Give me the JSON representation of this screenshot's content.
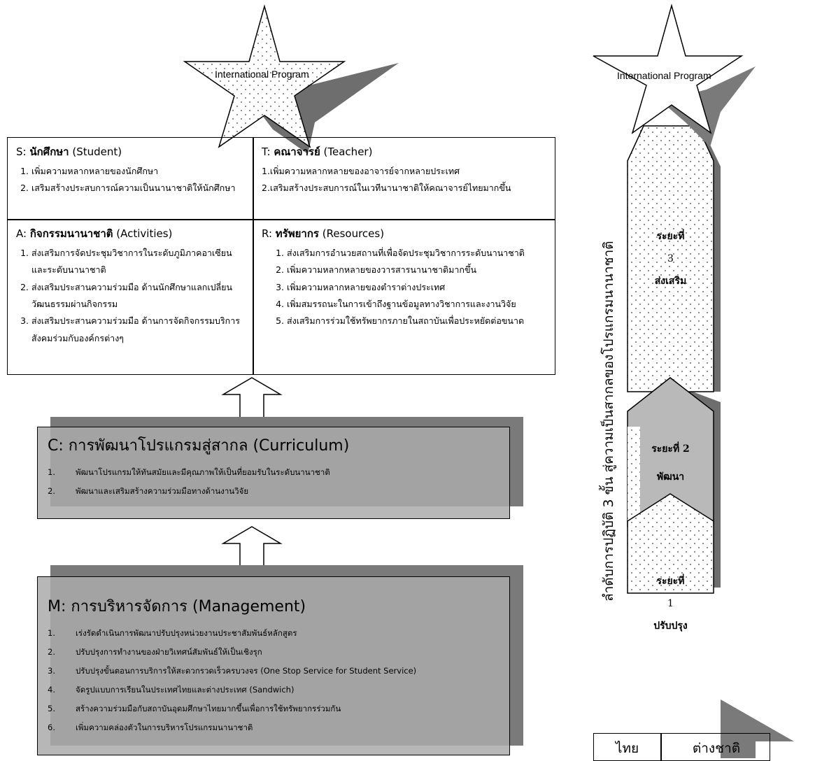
{
  "star_left_label": "International Program",
  "star_right_label": "International Program",
  "satr": {
    "s": {
      "title_prefix": "S: ",
      "title_bold": "นักศึกษา",
      "title_suffix": " (Student)",
      "items": [
        "เพิ่มความหลากหลายของนักศึกษา",
        "เสริมสร้างประสบการณ์ความเป็นนานาชาติให้นักศึกษา"
      ]
    },
    "t": {
      "title_prefix": "T: ",
      "title_bold": "คณาจารย์",
      "title_suffix": " (Teacher)",
      "items": [
        "1.เพิ่มความหลากหลายของอาจารย์จากหลายประเทศ",
        "2.เสริมสร้างประสบการณ์ในเวทีนานาชาติให้คณาจารย์ไทยมากขึ้น"
      ]
    },
    "a": {
      "title_prefix": "A: ",
      "title_bold": "กิจกรรมนานาชาติ",
      "title_suffix": " (Activities)",
      "items": [
        "ส่งเสริมการจัดประชุมวิชาการในระดับภูมิภาคอาเซียนและระดับนานาชาติ",
        "ส่งเสริมประสานความร่วมมือ ด้านนักศึกษาแลกเปลี่ยนวัฒนธรรมผ่านกิจกรรม",
        "ส่งเสริมประสานความร่วมมือ ด้านการจัดกิจกรรมบริการสังคมร่วมกับองค์กรต่างๆ"
      ]
    },
    "r": {
      "title_prefix": "R: ",
      "title_bold": "ทรัพยากร",
      "title_suffix": " (Resources)",
      "items": [
        "ส่งเสริมการอำนวยสถานที่เพื่อจัดประชุมวิชาการระดับนานาชาติ",
        "เพิ่มความหลากหลายของวารสารนานาชาติมากขึ้น",
        "เพิ่มความหลากหลายของตำราต่างประเทศ",
        "เพิ่มสมรรถนะในการเข้าถึงฐานข้อมูลทางวิชาการและงานวิจัย",
        "ส่งเสริมการร่วมใช้ทรัพยากรภายในสถาบันเพื่อประหยัดต่อขนาด"
      ]
    }
  },
  "curriculum": {
    "title_prefix": "C: ",
    "title_bold": "การพัฒนาโปรแกรมสู่สากล",
    "title_suffix": " (Curriculum)",
    "items": [
      {
        "n": "1.",
        "text": "พัฒนาโปรแกรมให้ทันสมัยและมีคุณภาพให้เป็นที่ยอมรับในระดับนานาชาติ"
      },
      {
        "n": "2.",
        "text": "พัฒนาและเสริมสร้างความร่วมมือทางด้านงานวิจัย"
      }
    ]
  },
  "management": {
    "title_prefix": "M: ",
    "title_bold": "การบริหารจัดการ",
    "title_suffix": " (Management)",
    "items": [
      {
        "n": "1.",
        "text": "เร่งรัดดำเนินการพัฒนาปรับปรุงหน่วยงานประชาสัมพันธ์หลักสูตร"
      },
      {
        "n": "2.",
        "text": "ปรับปรุงการทำงานของฝ่ายวิเทศน์สัมพันธ์ให้เป็นเชิงรุก"
      },
      {
        "n": "3.",
        "text": "ปรับปรุงขั้นตอนการบริการให้สะดวกรวดเร็วครบวงจร (One Stop Service for Student Service)"
      },
      {
        "n": "4.",
        "text": "จัดรูปแบบการเรียนในประเทศไทยและต่างประเทศ (Sandwich)"
      },
      {
        "n": "5.",
        "text": "สร้างความร่วมมือกับสถาบันอุดมศึกษาไทยมากขึ้นเพื่อการใช้ทรัพยากรร่วมกัน"
      },
      {
        "n": "6.",
        "text": "เพิ่มความคล่องตัวในการบริหารโปรแกรมนานาชาติ"
      }
    ]
  },
  "phases": {
    "p3": {
      "l1": "ระยะที่",
      "l2": "3",
      "l3": "ส่งเสริม"
    },
    "p2": {
      "l1": "ระยะที่ 2",
      "l2": "พัฒนา"
    },
    "p1": {
      "l1": "ระยะที่",
      "l2": "1",
      "l3": "ปรับปรุง"
    }
  },
  "vertical_label": "ลำดับการปฏิบัติ 3 ขั้น สู่ความเป็นสากลของโปรแกรมนานาชาติ",
  "legend": {
    "thai": "ไทย",
    "foreign": "ต่างชาติ"
  },
  "colors": {
    "shadow": "#7a7a7a",
    "box_fill": "#aaaaaa",
    "phase2_fill": "#b9b9b9"
  }
}
